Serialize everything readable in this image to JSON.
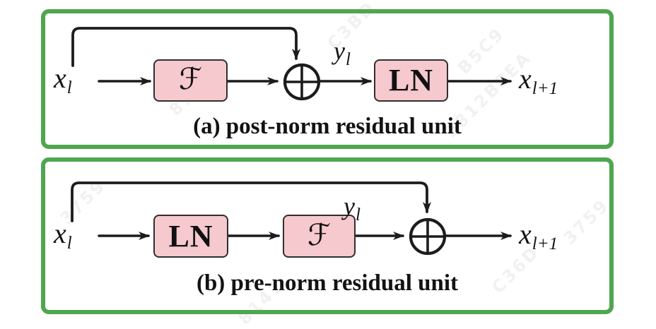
{
  "figure": {
    "colors": {
      "frame_green": "#4ea64f",
      "block_pink": "#f6c9ce",
      "block_border": "#2f2f2f",
      "wire_black": "#1c1c1c",
      "background": "#ffffff"
    },
    "panels": [
      {
        "id": "a",
        "caption": "(a) post-norm residual unit",
        "input_label": {
          "base": "x",
          "sub": "l"
        },
        "sum_output_label": {
          "base": "y",
          "sub": "l"
        },
        "output_label": {
          "base": "x",
          "sub": "l+1"
        },
        "block1": "ℱ",
        "block2": "LN"
      },
      {
        "id": "b",
        "caption": "(b) pre-norm residual unit",
        "input_label": {
          "base": "x",
          "sub": "l"
        },
        "sum_output_label": {
          "base": "y",
          "sub": "l"
        },
        "output_label": {
          "base": "x",
          "sub": "l+1"
        },
        "block1": "LN",
        "block2": "ℱ"
      }
    ]
  },
  "watermark": {
    "items": [
      {
        "text": "C3BD"
      },
      {
        "text": "B5C9"
      },
      {
        "text": "2812B8EA"
      },
      {
        "text": "8141"
      },
      {
        "text": "3759"
      },
      {
        "text": "C36D"
      },
      {
        "text": "8141"
      },
      {
        "text": "3759"
      }
    ]
  }
}
